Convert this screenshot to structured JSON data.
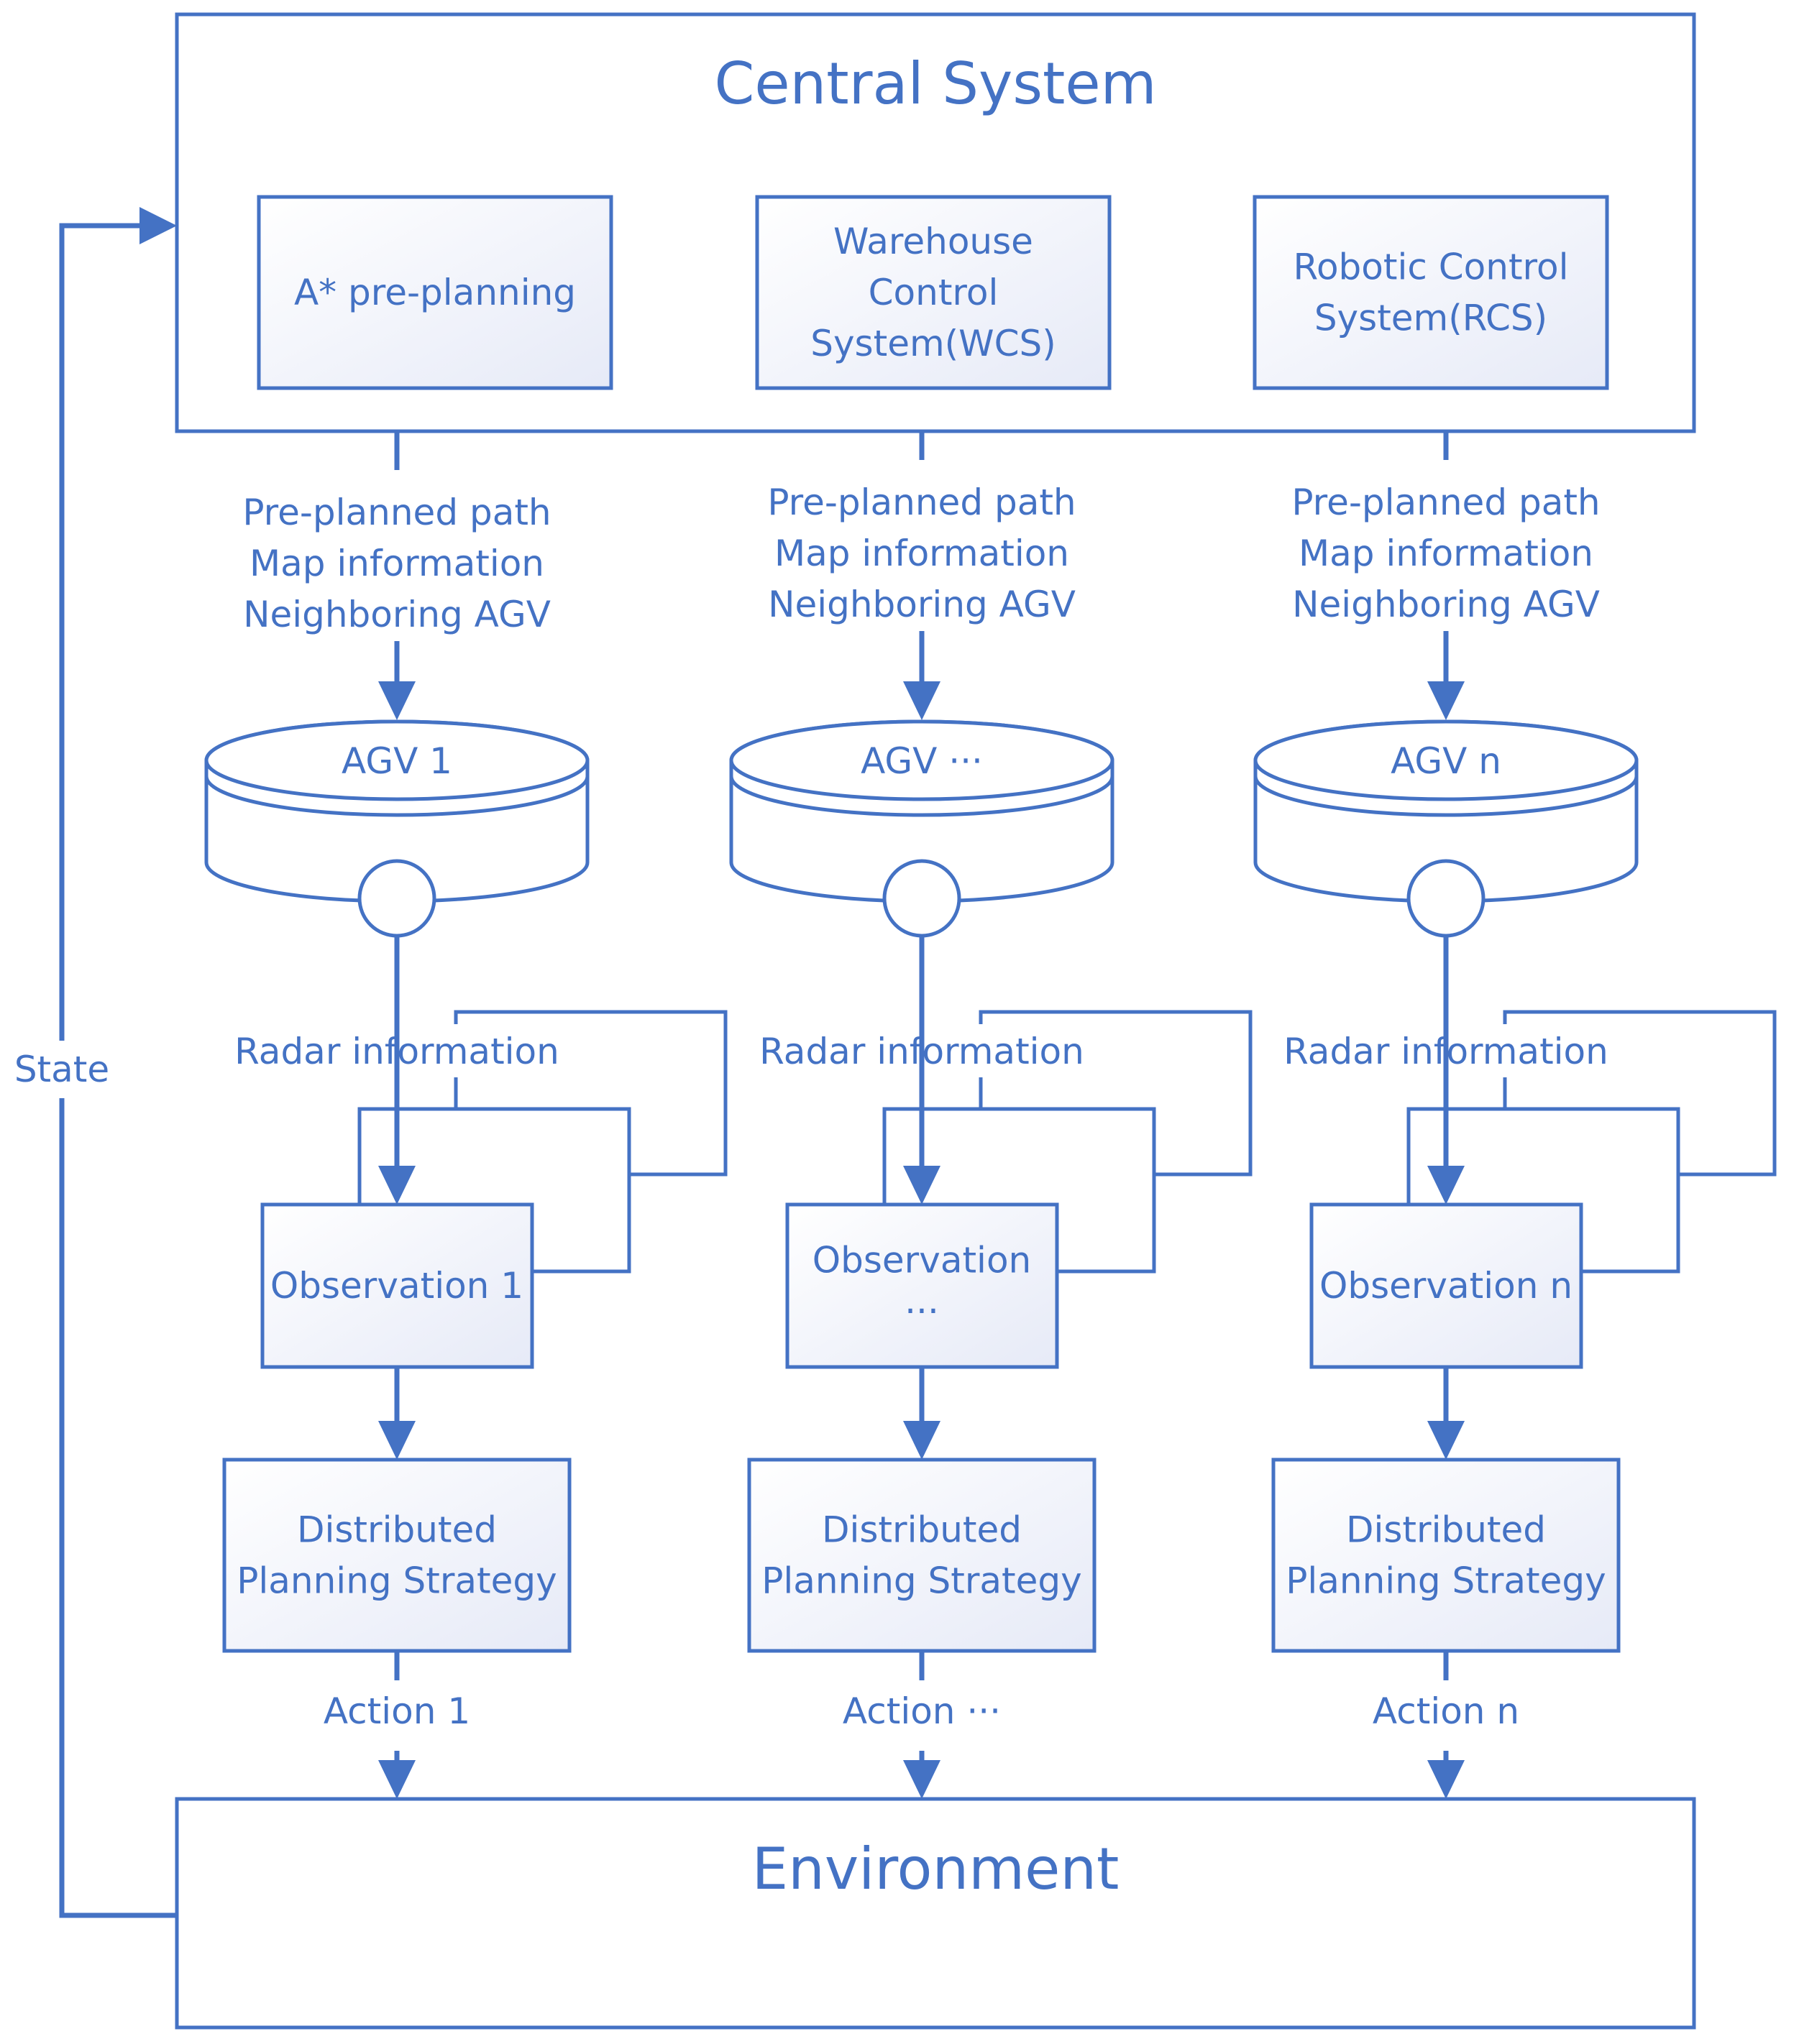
{
  "central": {
    "title": "Central System",
    "modules": [
      {
        "lines": [
          "A* pre-planning"
        ]
      },
      {
        "lines": [
          "Warehouse",
          "Control",
          "System(WCS)"
        ]
      },
      {
        "lines": [
          "Robotic Control",
          "System(RCS)"
        ]
      }
    ]
  },
  "columns": [
    {
      "inputs": [
        "Pre-planned path",
        "Map information",
        "Neighboring AGV"
      ],
      "agv": "AGV 1",
      "radar": "Radar information",
      "observation": [
        "Observation 1"
      ],
      "strategy": [
        "Distributed",
        "Planning Strategy"
      ],
      "action": "Action 1"
    },
    {
      "inputs": [
        "Pre-planned path",
        "Map information",
        "Neighboring AGV"
      ],
      "agv": "AGV ···",
      "radar": "Radar information",
      "observation": [
        "Observation",
        "···"
      ],
      "strategy": [
        "Distributed",
        "Planning Strategy"
      ],
      "action": "Action ···"
    },
    {
      "inputs": [
        "Pre-planned path",
        "Map information",
        "Neighboring AGV"
      ],
      "agv": "AGV n",
      "radar": "Radar information",
      "observation": [
        "Observation n"
      ],
      "strategy": [
        "Distributed",
        "Planning Strategy"
      ],
      "action": "Action n"
    }
  ],
  "feedback_label": "State",
  "environment": {
    "title": "Environment"
  },
  "colors": {
    "accent": "#4472c4"
  }
}
